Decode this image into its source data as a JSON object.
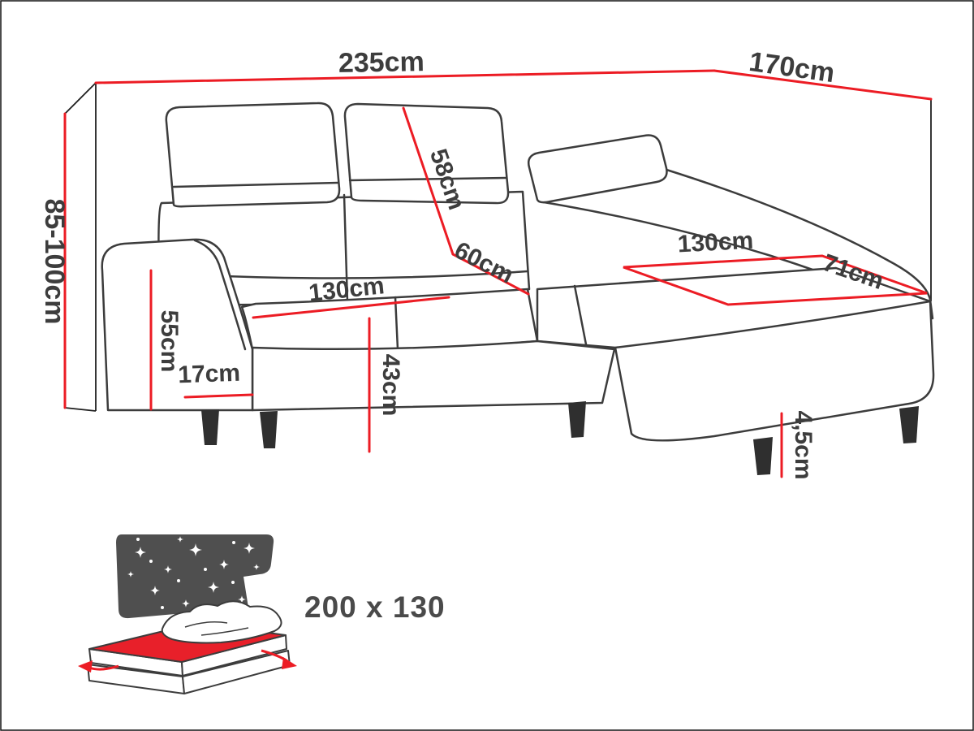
{
  "diagram": {
    "labels": {
      "width_top": "235cm",
      "depth_top": "170cm",
      "height_range": "85-100cm",
      "backrest_height": "58cm",
      "seat_depth": "60cm",
      "seat_width": "130cm",
      "chaise_length": "130cm",
      "chaise_width": "71cm",
      "armrest_height": "55cm",
      "armrest_width": "17cm",
      "seat_height": "43cm",
      "leg_height": "4,5cm"
    },
    "sleeping_area": "200 x 130",
    "colors": {
      "dimension_line": "#ec1c24",
      "outline": "#3c3c3c",
      "icon_background": "#4f4f4f",
      "mattress_fill": "#e8202a"
    }
  }
}
